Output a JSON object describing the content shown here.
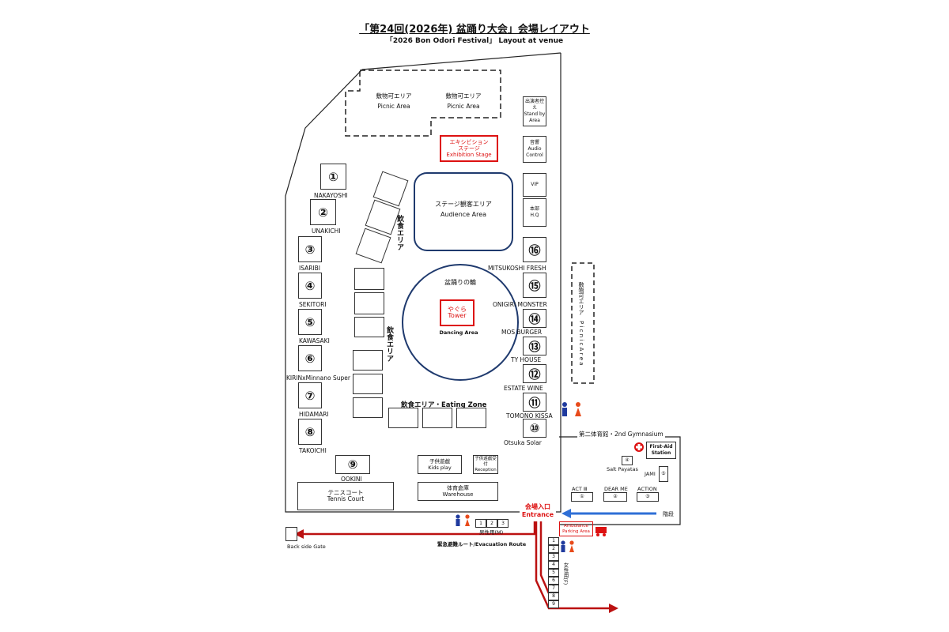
{
  "title_jp": "「第24回(2026年) 盆踊り大会」会場レイアウト",
  "title_en": "「2026 Bon Odori Festival」 Layout at venue",
  "picnic1": {
    "jp": "敷物可エリア",
    "en": "Picnic Area"
  },
  "picnic2": {
    "jp": "敷物可エリア",
    "en": "Picnic Area"
  },
  "picnic3": {
    "jp": "敷物可エリア",
    "en": "P i c n i c   A r e a"
  },
  "standby": {
    "jp": "出演者控え",
    "en": "Stand by Area"
  },
  "audio": {
    "jp": "音響",
    "en": "Audio Control"
  },
  "vip": "VIP",
  "hq": {
    "jp": "本部",
    "en": "H.Q"
  },
  "exhibition": {
    "jp1": "エキシビション",
    "jp2": "ステージ",
    "en": "Exhibition Stage"
  },
  "audience": {
    "jp": "ステージ観客エリア",
    "en": "Audience Area"
  },
  "dancing": {
    "jp": "盆踊りの輪",
    "en": "Dancing Area"
  },
  "tower": {
    "jp": "やぐら",
    "en": "Tower"
  },
  "eating_v1": "飲食エリア",
  "eating_v2": "飲食エリア",
  "eating_zone": "飲食エリア・Eating Zone",
  "booths_left": [
    {
      "num": "①",
      "name": "NAKAYOSHI"
    },
    {
      "num": "②",
      "name": "UNAKICHI"
    },
    {
      "num": "③",
      "name": "ISARIBI"
    },
    {
      "num": "④",
      "name": "SEKITORI"
    },
    {
      "num": "⑤",
      "name": "KAWASAKI"
    },
    {
      "num": "⑥",
      "name": "KIRINxMinnano Super"
    },
    {
      "num": "⑦",
      "name": "HIDAMARI"
    },
    {
      "num": "⑧",
      "name": "TAKOICHI"
    },
    {
      "num": "⑨",
      "name": "OOKINI"
    }
  ],
  "booths_right": [
    {
      "num": "⑯",
      "name": "MITSUKOSHI FRESH"
    },
    {
      "num": "⑮",
      "name": "ONIGIRI MONSTER"
    },
    {
      "num": "⑭",
      "name": "MOS BURGER"
    },
    {
      "num": "⑬",
      "name": "TY HOUSE"
    },
    {
      "num": "⑫",
      "name": "ESTATE WINE"
    },
    {
      "num": "⑪",
      "name": "TOMONO KISSA"
    },
    {
      "num": "⑩",
      "name": "Otsuka Solar"
    }
  ],
  "kids": {
    "jp": "子供遊戯",
    "en": "Kids play"
  },
  "kids_reception": {
    "jp": "子供遊戯受付",
    "en": "Reception"
  },
  "warehouse": {
    "jp": "体育倉庫",
    "en": "Warehouse"
  },
  "tennis": {
    "jp": "テニスコート",
    "en": "Tennis Court"
  },
  "entrance": {
    "jp": "会場入口",
    "en": "Entrance"
  },
  "gym": {
    "title": "第二体育館・2nd Gymnasium",
    "first_aid": "First-Aid Station",
    "salt": {
      "num": "④",
      "name": "Salt Payatas"
    },
    "jami": {
      "num": "⑤",
      "name": "JAMI"
    },
    "acts": [
      {
        "num": "①",
        "name": "ACT Ⅲ"
      },
      {
        "num": "②",
        "name": "DEAR ME"
      },
      {
        "num": "③",
        "name": "ACTION"
      }
    ],
    "stairs": "階段"
  },
  "ambulance": "Ambulance Parking Area",
  "mens_toilet": {
    "stalls": [
      "1",
      "2",
      "3"
    ],
    "label": "男性用(M)"
  },
  "womens_toilet": {
    "stalls": [
      "1",
      "2",
      "3",
      "4",
      "5",
      "6",
      "7",
      "8",
      "9"
    ],
    "label": "女性用(F)"
  },
  "evacuation": "緊急避難ルート/Evacuation Route",
  "back_gate": "Back side Gate"
}
